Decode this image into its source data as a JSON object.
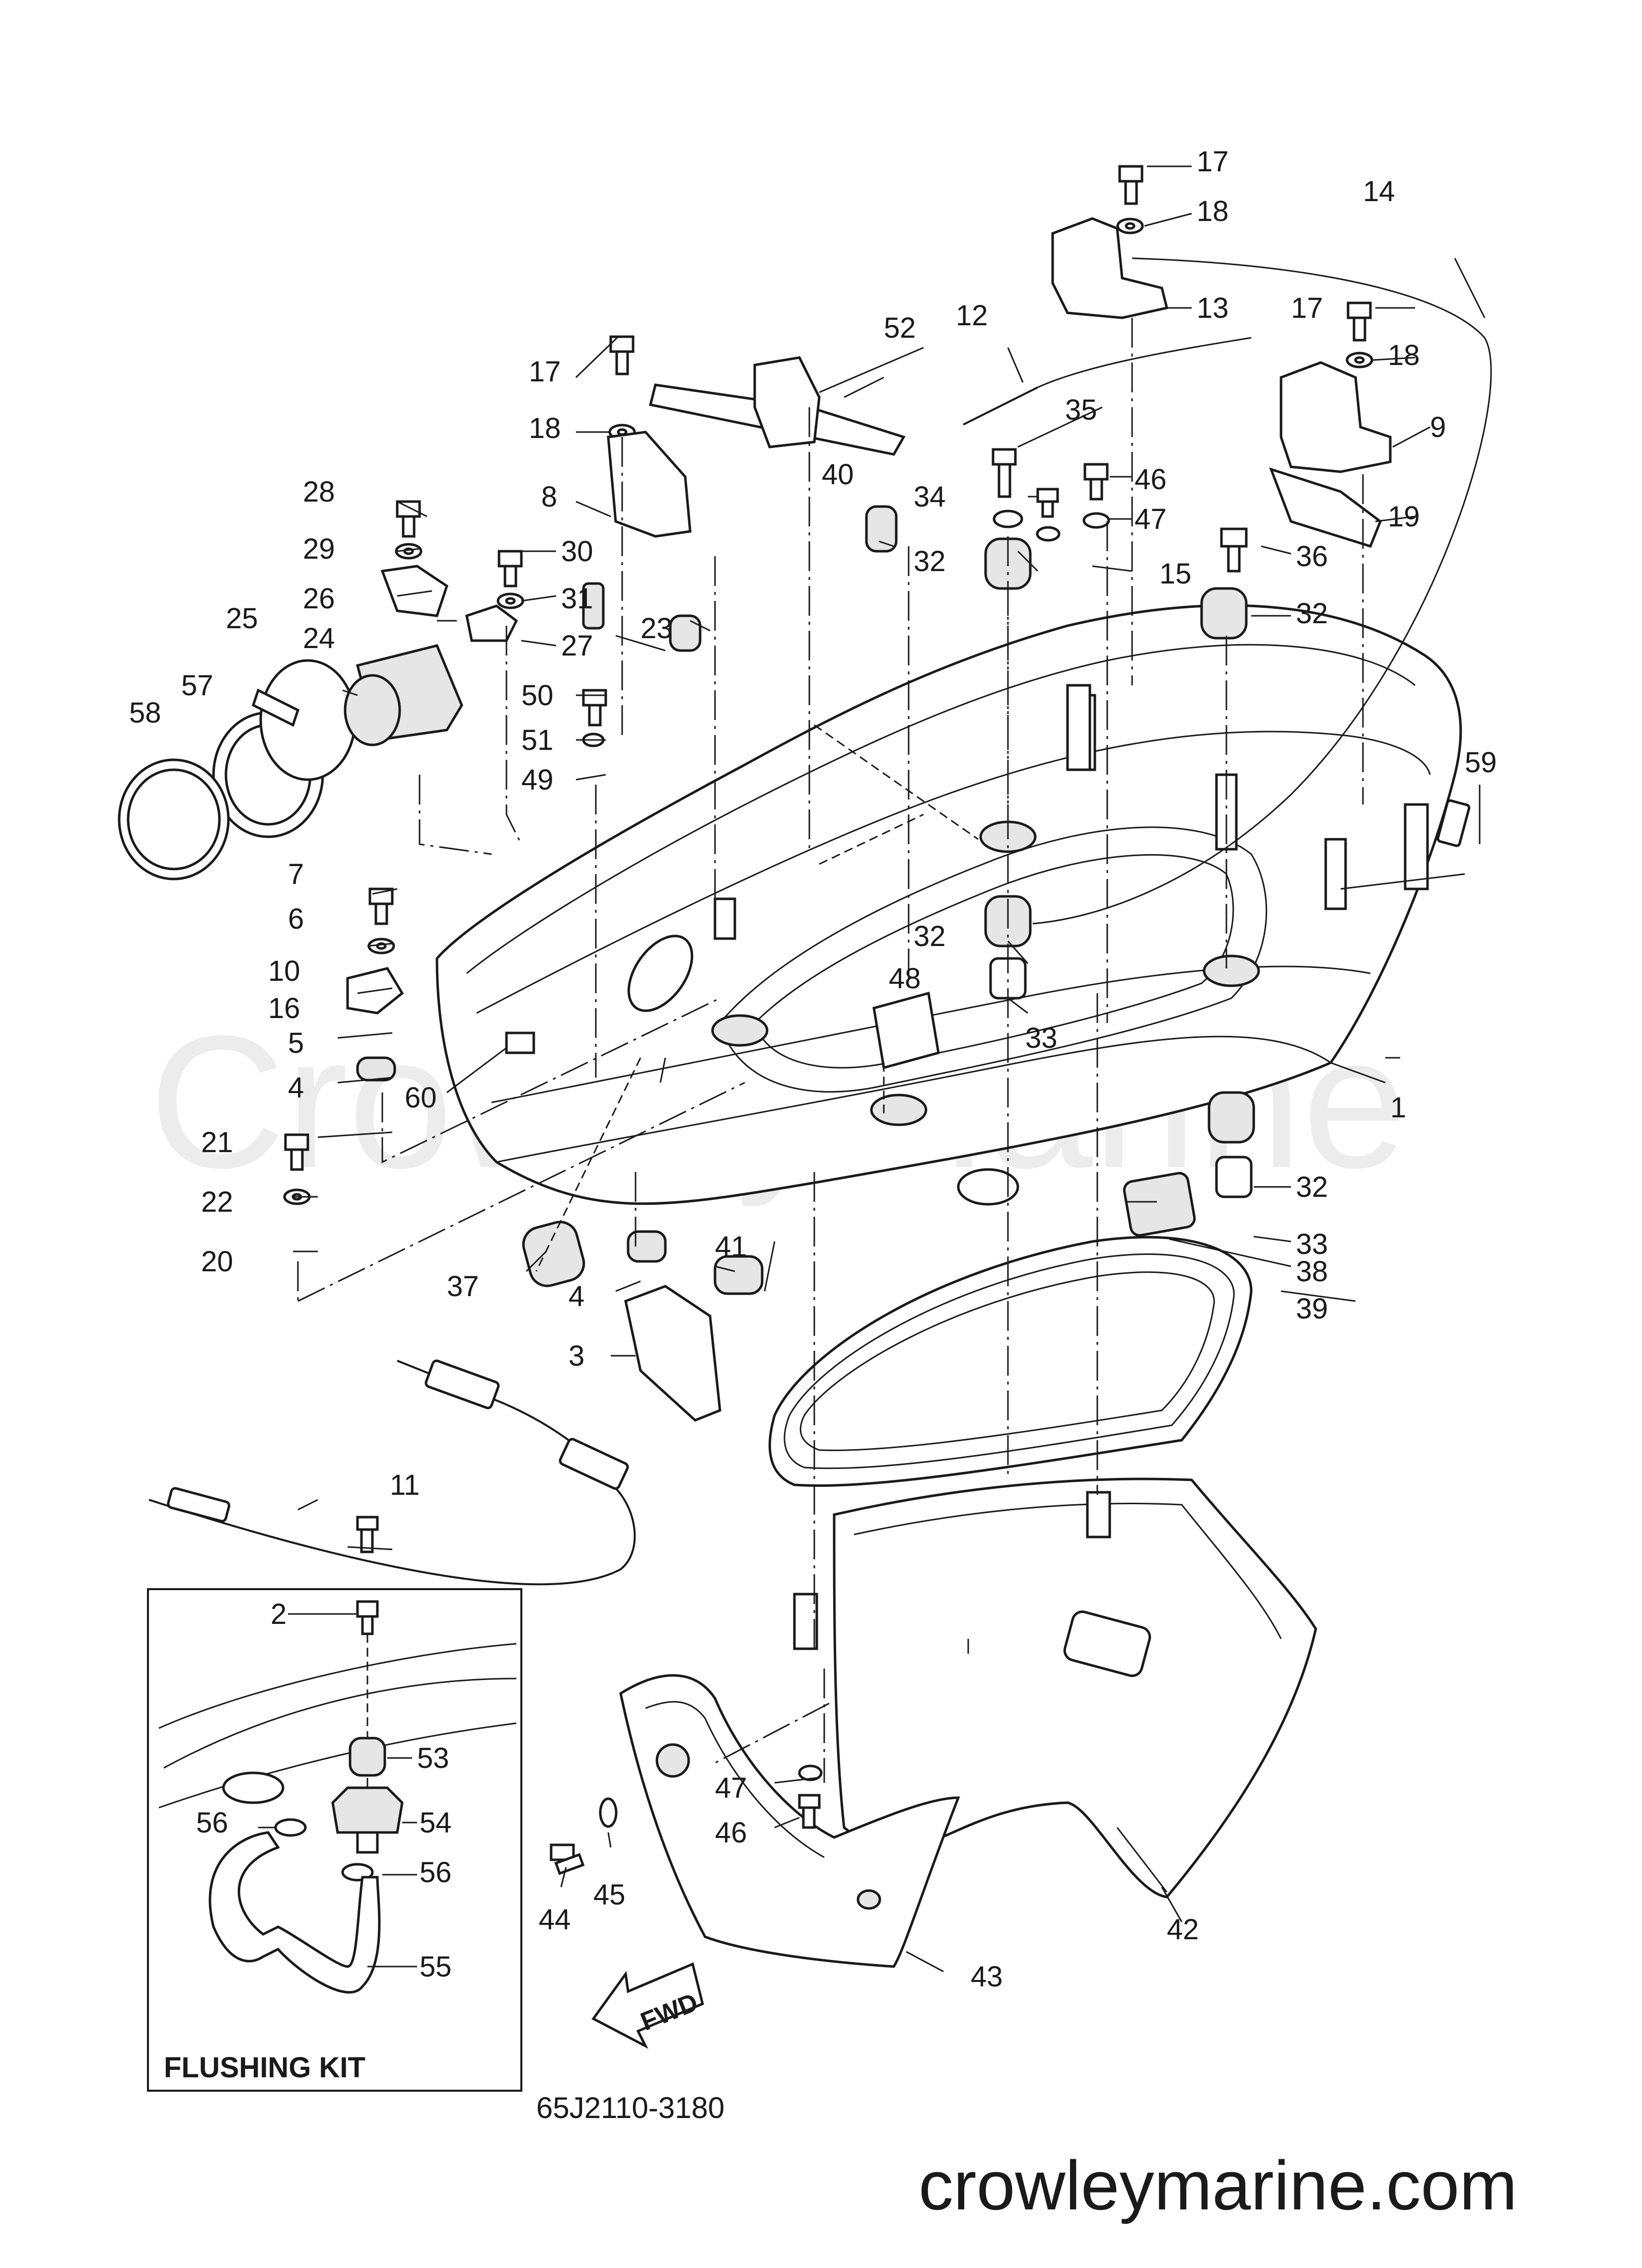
{
  "diagram": {
    "watermark": "CrowleyMarine",
    "site": "crowleymarine.com",
    "drawing_code": "65J2110-3180",
    "inset_title": "FLUSHING KIT",
    "fwd_arrow_label": "FWD",
    "callouts": [
      "1",
      "2",
      "3",
      "4",
      "5",
      "6",
      "7",
      "8",
      "9",
      "10",
      "11",
      "12",
      "13",
      "14",
      "15",
      "16",
      "17",
      "18",
      "19",
      "20",
      "21",
      "22",
      "23",
      "24",
      "25",
      "26",
      "27",
      "28",
      "29",
      "30",
      "31",
      "32",
      "33",
      "34",
      "35",
      "36",
      "37",
      "38",
      "39",
      "40",
      "41",
      "42",
      "43",
      "44",
      "45",
      "46",
      "47",
      "48",
      "49",
      "50",
      "51",
      "52",
      "53",
      "54",
      "55",
      "56",
      "57",
      "58",
      "59",
      "60"
    ]
  }
}
